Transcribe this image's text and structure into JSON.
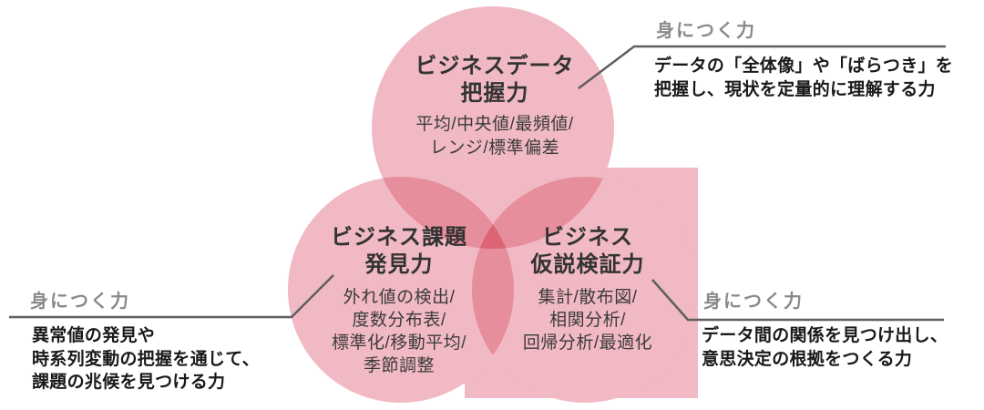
{
  "venn": {
    "colors": {
      "single": "#F1B9C3",
      "overlap": "#E78E9C",
      "core": "#DB6575",
      "line": "#5F5F5F"
    },
    "circles": {
      "top": {
        "title_line1": "ビジネスデータ",
        "title_line2": "把握力",
        "skills": [
          "平均/中央値/最頻値/",
          "レンジ/標準偏差"
        ]
      },
      "left": {
        "title_line1": "ビジネス課題",
        "title_line2": "発見力",
        "skills": [
          "外れ値の検出/",
          "度数分布表/",
          "標準化/移動平均/",
          "季節調整"
        ]
      },
      "right": {
        "title_line1": "ビジネス",
        "title_line2": "仮説検証力",
        "skills": [
          "集計/散布図/",
          "相関分析/",
          "回帰分析/最適化"
        ]
      }
    }
  },
  "callouts": {
    "top_right": {
      "label": "身につく力",
      "lines": [
        "データの「全体像」や「ばらつき」を",
        "把握し、現状を定量的に理解する力"
      ]
    },
    "bottom_left": {
      "label": "身につく力",
      "lines": [
        "異常値の発見や",
        "時系列変動の把握を通じて、",
        "課題の兆候を見つける力"
      ]
    },
    "bottom_right": {
      "label": "身につく力",
      "lines": [
        "データ間の関係を見つけ出し、",
        "意思決定の根拠をつくる力"
      ]
    }
  }
}
